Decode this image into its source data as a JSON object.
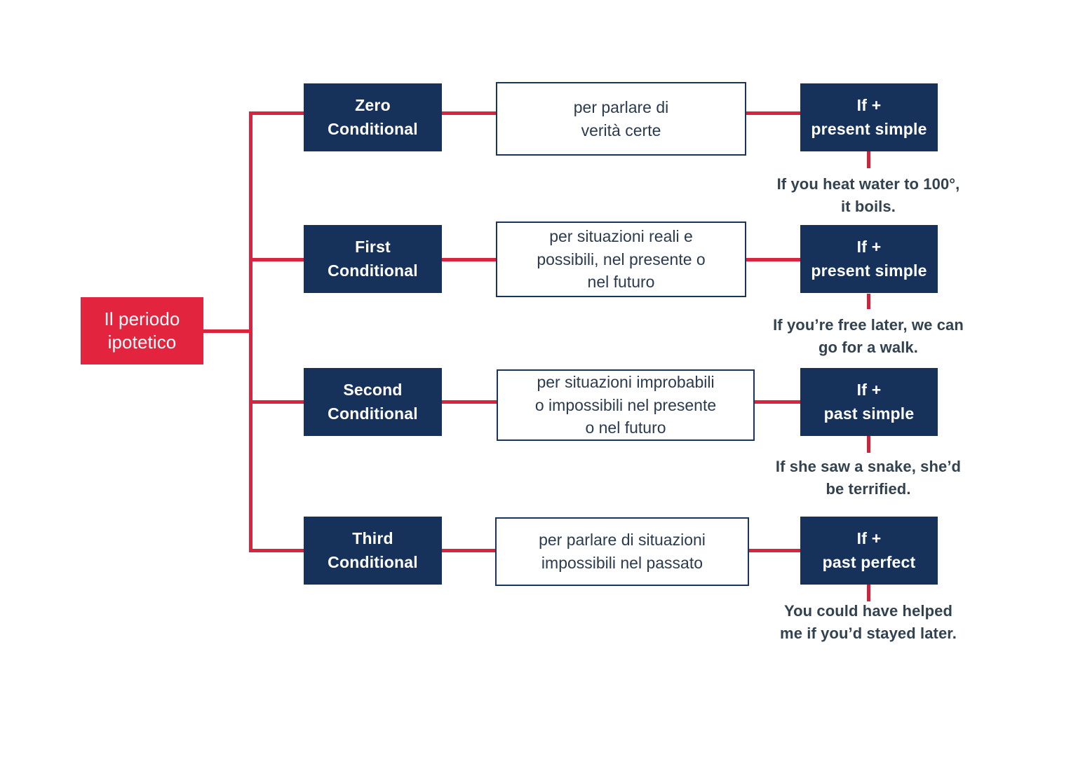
{
  "diagram": {
    "title": "Il periodo ipotetico",
    "root": {
      "label": "Il periodo ipotetico",
      "color": "#e3243f"
    },
    "colors": {
      "accent_red": "#d8243f",
      "root_red": "#e3243f",
      "navy": "#17325a",
      "border_navy": "#18355c",
      "text_dark": "#33424f",
      "background": "#ffffff"
    },
    "branches": [
      {
        "type": "Zero\nConditional",
        "use": "per parlare di\nverità certe",
        "form": "If +\npresent simple",
        "example": "If you heat water to 100°,\nit boils."
      },
      {
        "type": "First\nConditional",
        "use": "per situazioni reali e\npossibili, nel presente o\nnel futuro",
        "form": "If +\npresent simple",
        "example": "If you’re free later, we can\ngo for a walk."
      },
      {
        "type": "Second\nConditional",
        "use": "per situazioni improbabili\no impossibili nel presente\no nel futuro",
        "form": "If +\npast simple",
        "example": "If she saw a snake, she’d\nbe terrified."
      },
      {
        "type": "Third\nConditional",
        "use": "per parlare di situazioni\nimpossibili nel passato",
        "form": "If +\npast perfect",
        "example": "You could have helped\nme if you’d stayed later."
      }
    ]
  }
}
